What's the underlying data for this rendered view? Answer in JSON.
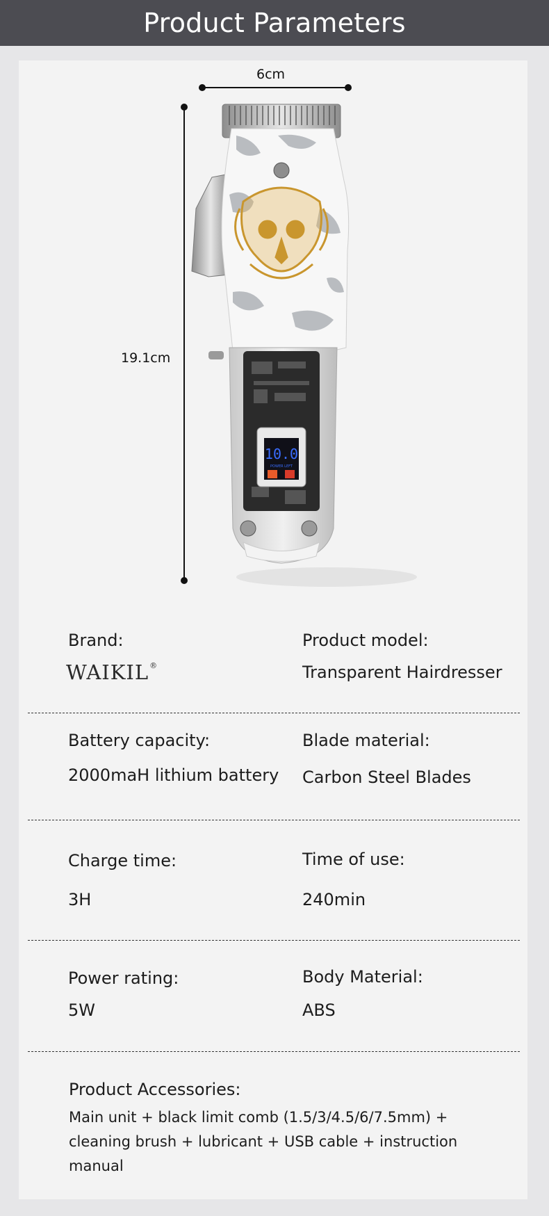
{
  "header": {
    "title": "Product Parameters"
  },
  "dimensions": {
    "width": "6cm",
    "height": "19.1cm"
  },
  "product_image": {
    "screen_text": "10.0",
    "screen_caption": "POWER LEFT"
  },
  "specs": {
    "brand_label": "Brand:",
    "brand_logo": "WAIKIL",
    "brand_logo_mark": "®",
    "model_label": "Product model:",
    "model_value": "Transparent Hairdresser",
    "battery_label": "Battery capacity:",
    "battery_value": "2000maH lithium battery",
    "blade_label": "Blade material:",
    "blade_value": "Carbon Steel Blades",
    "charge_label": "Charge time:",
    "charge_value": "3H",
    "use_label": "Time of use:",
    "use_value": "240min",
    "power_label": "Power rating:",
    "power_value": "5W",
    "body_label": "Body Material:",
    "body_value": "ABS",
    "accessories_label": "Product Accessories:",
    "accessories_value": "Main unit + black limit comb (1.5/3/4.5/6/7.5mm) + cleaning brush + lubricant + USB cable + instruction manual"
  },
  "colors": {
    "header_bg": "#4c4c52",
    "panel_bg": "#f3f3f3",
    "page_bg": "#e6e6e8",
    "accent_gold": "#c9962e",
    "screen_blue": "#3a6dff"
  }
}
